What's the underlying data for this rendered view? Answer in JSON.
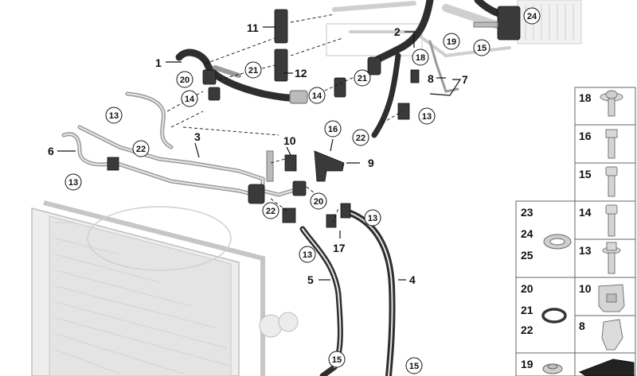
{
  "diagram": {
    "callouts": [
      {
        "id": "l11",
        "text": "11",
        "boxed": false
      },
      {
        "id": "l2",
        "text": "2",
        "boxed": false
      },
      {
        "id": "l24",
        "text": "24",
        "boxed": true
      },
      {
        "id": "l15a",
        "text": "15",
        "boxed": true
      },
      {
        "id": "l19",
        "text": "19",
        "boxed": true
      },
      {
        "id": "l18",
        "text": "18",
        "boxed": true
      },
      {
        "id": "l1",
        "text": "1",
        "boxed": false
      },
      {
        "id": "l21a",
        "text": "21",
        "boxed": true
      },
      {
        "id": "l12",
        "text": "12",
        "boxed": false
      },
      {
        "id": "l20a",
        "text": "20",
        "boxed": true
      },
      {
        "id": "l14a",
        "text": "14",
        "boxed": true
      },
      {
        "id": "l21b",
        "text": "21",
        "boxed": true
      },
      {
        "id": "l8",
        "text": "8",
        "boxed": false
      },
      {
        "id": "l7",
        "text": "7",
        "boxed": false
      },
      {
        "id": "l14b",
        "text": "14",
        "boxed": true
      },
      {
        "id": "l13a",
        "text": "13",
        "boxed": true
      },
      {
        "id": "l13b",
        "text": "13",
        "boxed": true
      },
      {
        "id": "l3",
        "text": "3",
        "boxed": false
      },
      {
        "id": "l16",
        "text": "16",
        "boxed": true
      },
      {
        "id": "l22a",
        "text": "22",
        "boxed": true
      },
      {
        "id": "l10",
        "text": "10",
        "boxed": false
      },
      {
        "id": "l22b",
        "text": "22",
        "boxed": true
      },
      {
        "id": "l6",
        "text": "6",
        "boxed": false
      },
      {
        "id": "l9",
        "text": "9",
        "boxed": false
      },
      {
        "id": "l13c",
        "text": "13",
        "boxed": true
      },
      {
        "id": "l20b",
        "text": "20",
        "boxed": true
      },
      {
        "id": "l22c",
        "text": "22",
        "boxed": true
      },
      {
        "id": "l13d",
        "text": "13",
        "boxed": true
      },
      {
        "id": "l17",
        "text": "17",
        "boxed": false
      },
      {
        "id": "l13e",
        "text": "13",
        "boxed": true
      },
      {
        "id": "l5",
        "text": "5",
        "boxed": false
      },
      {
        "id": "l4",
        "text": "4",
        "boxed": false
      },
      {
        "id": "l15b",
        "text": "15",
        "boxed": true
      },
      {
        "id": "l15c",
        "text": "15",
        "boxed": true
      }
    ],
    "parts_table": {
      "right_column": [
        "18",
        "16",
        "15",
        "14",
        "13",
        "10",
        "8",
        ""
      ],
      "left_column": [
        {
          "labels": [
            "23",
            "24",
            "25"
          ],
          "icon": "seal-ring-icon"
        },
        {
          "labels": [
            "20",
            "21",
            "22"
          ],
          "icon": "o-ring-icon"
        },
        {
          "labels": [
            "19"
          ],
          "icon": "bolt-head-icon"
        }
      ]
    }
  }
}
